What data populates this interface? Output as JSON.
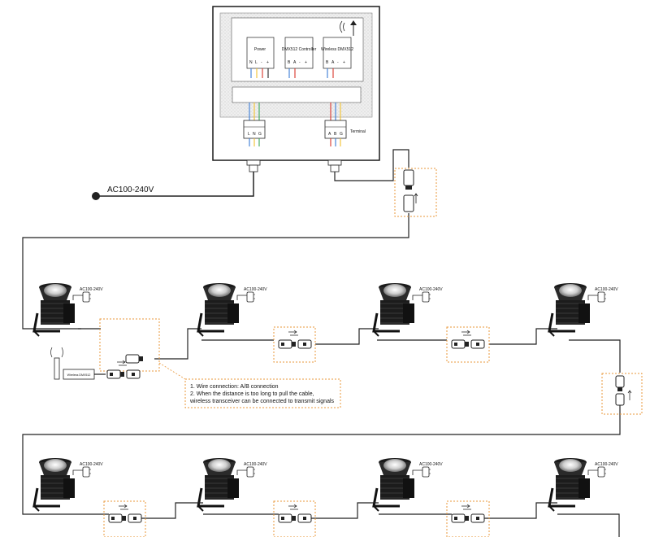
{
  "control_box": {
    "modules": [
      {
        "label": "Power",
        "terminals": [
          "N",
          "L",
          "-",
          "+"
        ]
      },
      {
        "label": "DMX512 Controller",
        "terminals": [
          "B",
          "A",
          "-",
          "+"
        ]
      },
      {
        "label": "Wireless DMX512",
        "terminals": [
          "B",
          "A",
          "-",
          "+"
        ]
      }
    ],
    "power_terminal_labels": [
      "L",
      "N",
      "G"
    ],
    "signal_terminal_labels": [
      "A",
      "B",
      "G"
    ],
    "terminal_label": "Terminal"
  },
  "mains_label": "AC100-240V",
  "lamp_power_label": "AC100-240V",
  "note": {
    "line1": "1. Wire connection: A/B connection",
    "line2": "2. When the distance is too long to pull the cable,",
    "line3": "wireless transceiver can be connected to transmit signals"
  },
  "transceiver_label": "Wireless DMX512",
  "colors": {
    "outline": "#1a1a1a",
    "highlight_box": "#e8973a",
    "wire_blue": "#3a7bd5",
    "wire_yellow": "#f2c12e",
    "wire_red": "#d9342b",
    "wire_green": "#3aa655"
  },
  "icons": [
    "high-bay-lamp-icon",
    "power-plug-icon",
    "xlr-connector-icon",
    "antenna-icon",
    "wifi-signal-icon"
  ]
}
